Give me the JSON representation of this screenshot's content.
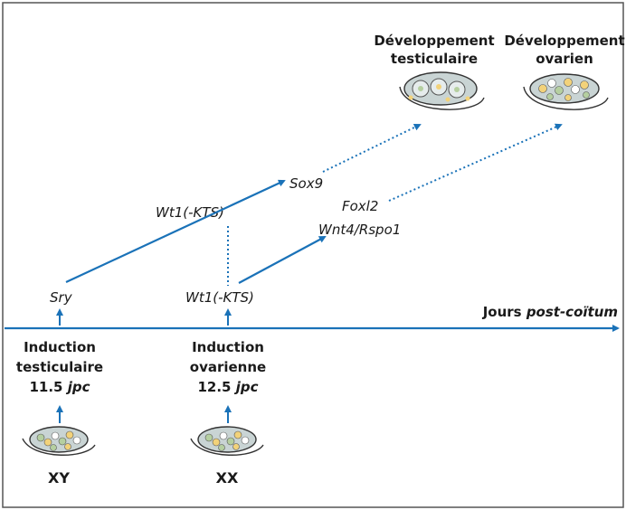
{
  "colors": {
    "arrow": "#1a72b8",
    "frame": "#555555",
    "cell_green": "#b5cfa0",
    "cell_yellow": "#f2d27a",
    "cell_grey": "#c9d4d4"
  },
  "top": {
    "testis_title_1": "Développement",
    "testis_title_2": "testiculaire",
    "ovary_title_1": "Développement",
    "ovary_title_2": "ovarien"
  },
  "genes": {
    "sox9": "Sox9",
    "wt1_upper": "Wt1(-KTS)",
    "foxl2": "Foxl2",
    "wnt4": "Wnt4/Rspo1",
    "sry": "Sry",
    "wt1_lower": "Wt1(-KTS)"
  },
  "axis": {
    "label_prefix": "Jours ",
    "label_italic": "post-coïtum"
  },
  "induction_testis": {
    "line1": "Induction",
    "line2": "testiculaire",
    "line3_num": "11.5 ",
    "line3_unit": "jpc",
    "karyotype": "XY"
  },
  "induction_ovary": {
    "line1": "Induction",
    "line2": "ovarienne",
    "line3_num": "12.5 ",
    "line3_unit": "jpc",
    "karyotype": "XX"
  }
}
